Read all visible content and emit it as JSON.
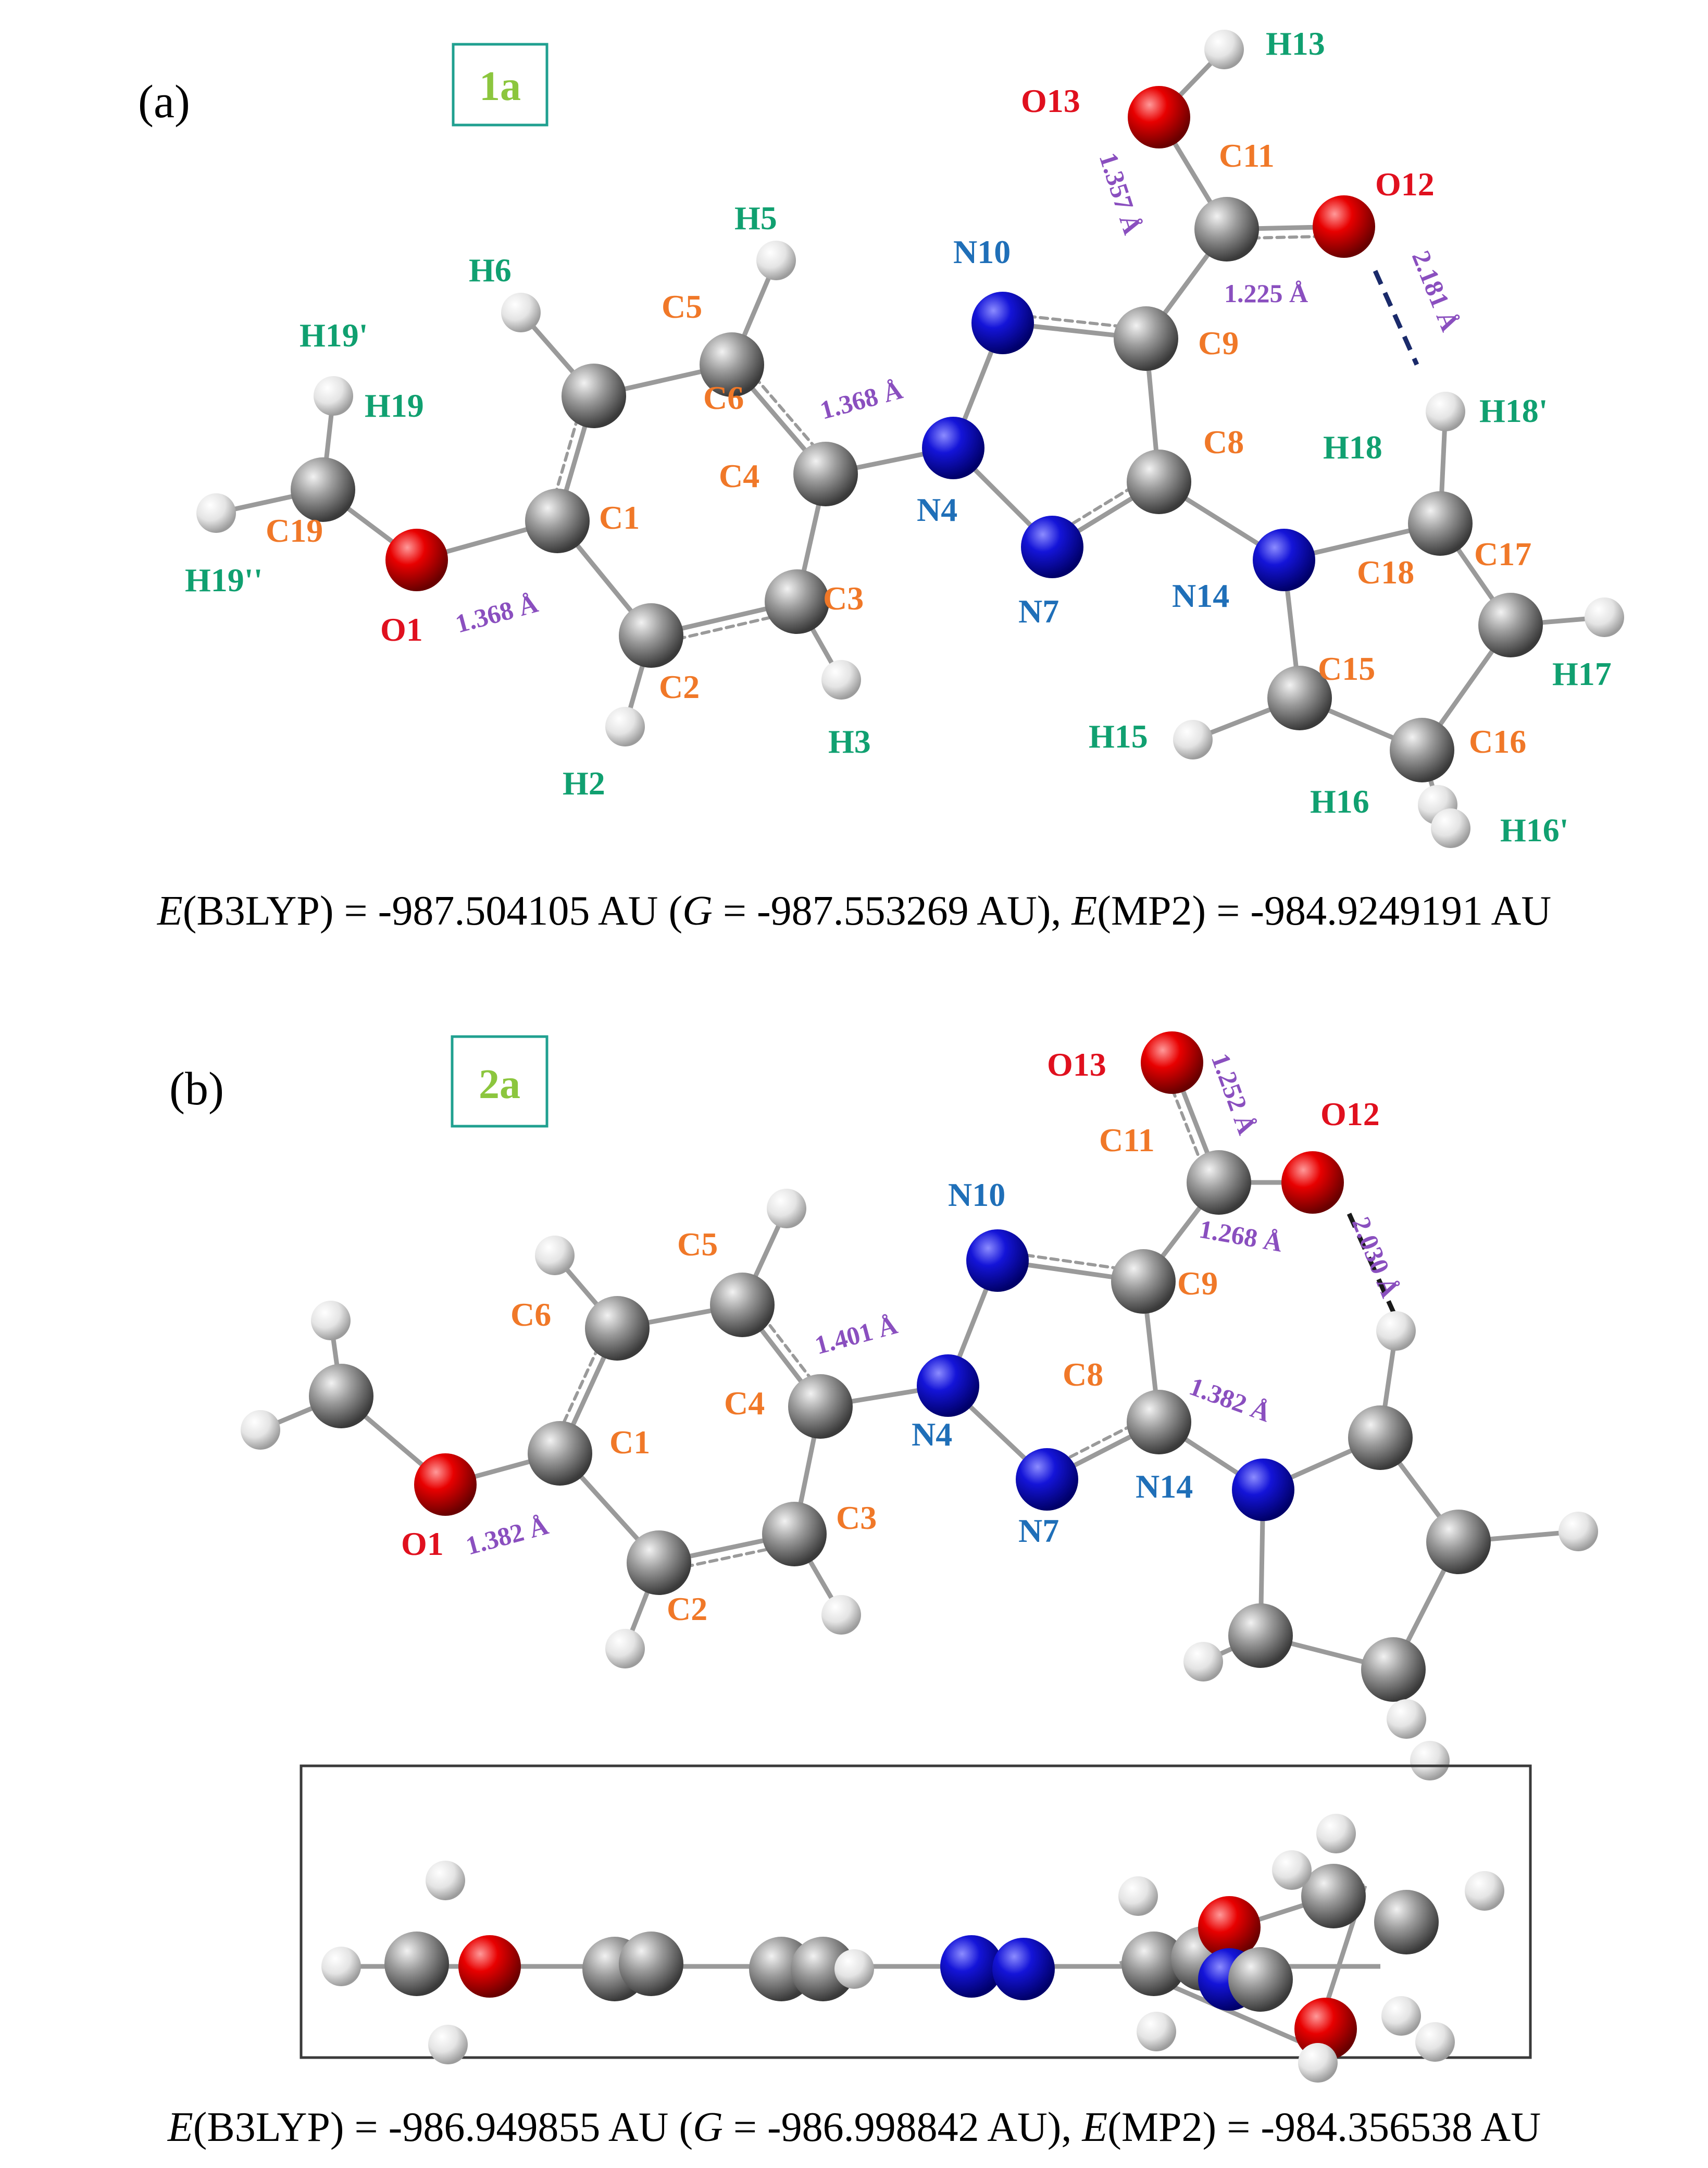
{
  "colors": {
    "carbon": "#8a8a8a",
    "hydrogen": "#e6e6e6",
    "nitrogen": "#1010d0",
    "oxygen": "#e00000",
    "label_c": "#f07828",
    "label_h": "#10a070",
    "label_n": "#1f6fb8",
    "label_o": "#e0101e",
    "distance": "#8a4fbf",
    "box_label": "#8cc63e",
    "box_border": "#20a090"
  },
  "panel_a": {
    "tag": "(a)",
    "box_label": "1a",
    "atom_labels": [
      "H13",
      "O13",
      "C11",
      "O12",
      "N10",
      "H5",
      "H6",
      "C5",
      "H19'",
      "H19",
      "C6",
      "C9",
      "H18'",
      "C8",
      "C4",
      "H18",
      "N4",
      "C1",
      "C19",
      "H19''",
      "C17",
      "C3",
      "N7",
      "N14",
      "C18",
      "O1",
      "C2",
      "C15",
      "H17",
      "H3",
      "H15",
      "C16",
      "H2",
      "H16",
      "H16'"
    ],
    "distances": [
      "1.357 Å",
      "1.225 Å",
      "2.181 Å",
      "1.368 Å",
      "1.368 Å"
    ],
    "energy": {
      "b3lyp_prefix": "E",
      "b3lyp_label": "(B3LYP) = ",
      "b3lyp_value": "-987.504105 AU",
      "g_prefix": "G",
      "g_text": " = -987.553269 AU),",
      "mp2_prefix": "E",
      "mp2_label": "(MP2) = ",
      "mp2_value": "-984.9249191 AU"
    }
  },
  "panel_b": {
    "tag": "(b)",
    "box_label": "2a",
    "atom_labels": [
      "O13",
      "O12",
      "C11",
      "N10",
      "C5",
      "C6",
      "C9",
      "C8",
      "C4",
      "N4",
      "C1",
      "N14",
      "C3",
      "N7",
      "O1",
      "C2"
    ],
    "distances": [
      "1.252 Å",
      "1.268 Å",
      "2.030 Å",
      "1.401 Å",
      "1.382 Å",
      "1.382 Å"
    ],
    "energy": {
      "b3lyp_prefix": "E",
      "b3lyp_label": "(B3LYP) = ",
      "b3lyp_value": "-986.949855 AU",
      "g_prefix": "G",
      "g_text": " = -986.998842 AU),",
      "mp2_prefix": "E",
      "mp2_label": "(MP2) = ",
      "mp2_value": "-984.356538 AU"
    }
  }
}
